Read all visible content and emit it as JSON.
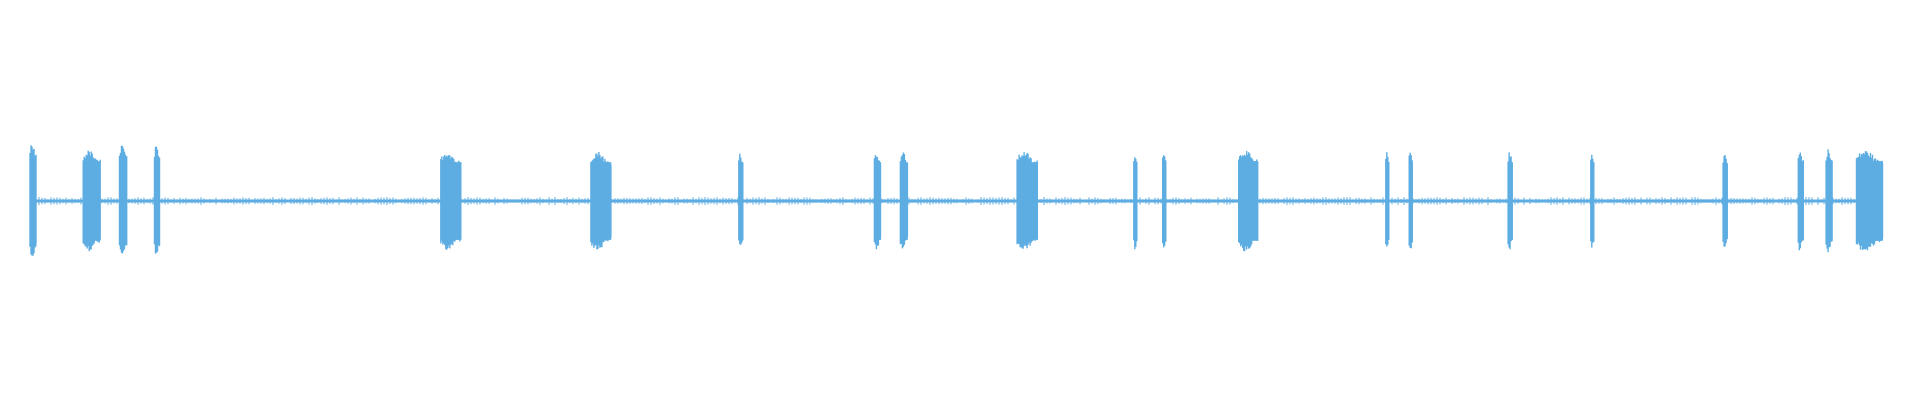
{
  "waveform": {
    "color": "#5dade2",
    "background": "#ffffff",
    "bursts": [
      {
        "start": 0.0,
        "end": 0.0035,
        "amplitude": 0.97
      },
      {
        "start": 0.0287,
        "end": 0.038,
        "amplitude": 0.85
      },
      {
        "start": 0.0483,
        "end": 0.0525,
        "amplitude": 0.95
      },
      {
        "start": 0.0672,
        "end": 0.07,
        "amplitude": 0.93
      },
      {
        "start": 0.2217,
        "end": 0.2327,
        "amplitude": 0.83
      },
      {
        "start": 0.3027,
        "end": 0.3137,
        "amplitude": 0.83
      },
      {
        "start": 0.3825,
        "end": 0.385,
        "amplitude": 0.83
      },
      {
        "start": 0.4557,
        "end": 0.4593,
        "amplitude": 0.83
      },
      {
        "start": 0.4697,
        "end": 0.4737,
        "amplitude": 0.83
      },
      {
        "start": 0.5327,
        "end": 0.544,
        "amplitude": 0.83
      },
      {
        "start": 0.5957,
        "end": 0.5977,
        "amplitude": 0.83
      },
      {
        "start": 0.6113,
        "end": 0.6133,
        "amplitude": 0.87
      },
      {
        "start": 0.6523,
        "end": 0.6627,
        "amplitude": 0.85
      },
      {
        "start": 0.7317,
        "end": 0.7337,
        "amplitude": 0.83
      },
      {
        "start": 0.7443,
        "end": 0.7463,
        "amplitude": 0.87
      },
      {
        "start": 0.7977,
        "end": 0.8003,
        "amplitude": 0.83
      },
      {
        "start": 0.8423,
        "end": 0.8443,
        "amplitude": 0.83
      },
      {
        "start": 0.9137,
        "end": 0.9163,
        "amplitude": 0.81
      },
      {
        "start": 0.9543,
        "end": 0.957,
        "amplitude": 0.85
      },
      {
        "start": 0.9693,
        "end": 0.9727,
        "amplitude": 0.87
      },
      {
        "start": 0.9857,
        "end": 1.0,
        "amplitude": 0.85
      }
    ]
  }
}
